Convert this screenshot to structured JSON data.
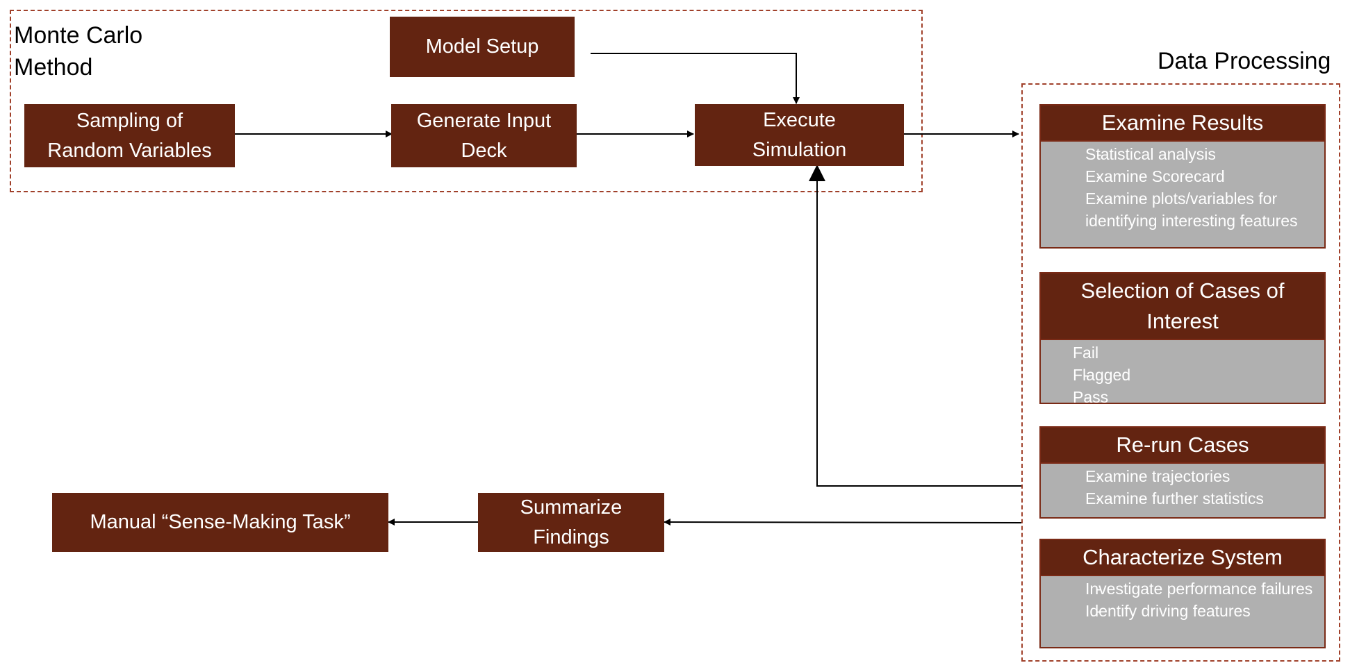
{
  "groups": {
    "monte_carlo": "Monte Carlo\nMethod",
    "data_processing": "Data Processing"
  },
  "boxes": {
    "model_setup": "Model Setup",
    "sampling": "Sampling of\nRandom Variables",
    "generate_input": "Generate Input\nDeck",
    "execute_sim": "Execute\nSimulation",
    "summarize": "Summarize\nFindings",
    "sense_making": "Manual “Sense-Making Task”"
  },
  "panels": [
    {
      "title": "Examine Results",
      "items": [
        "Statistical analysis",
        "Examine Scorecard",
        "Examine plots/variables for identifying interesting features"
      ]
    },
    {
      "title": "Selection of Cases of\nInterest",
      "items": [
        "Fail",
        "Flagged",
        "Pass"
      ]
    },
    {
      "title": "Re-run Cases",
      "items": [
        "Examine trajectories",
        "Examine further statistics"
      ]
    },
    {
      "title": "Characterize System",
      "items": [
        "Investigate performance failures",
        "Identify driving features"
      ]
    }
  ],
  "colors": {
    "box_fill": "#632411",
    "panel_body": "#b0b0b0",
    "dashed_border": "#a0402a",
    "arrow": "#000000"
  }
}
